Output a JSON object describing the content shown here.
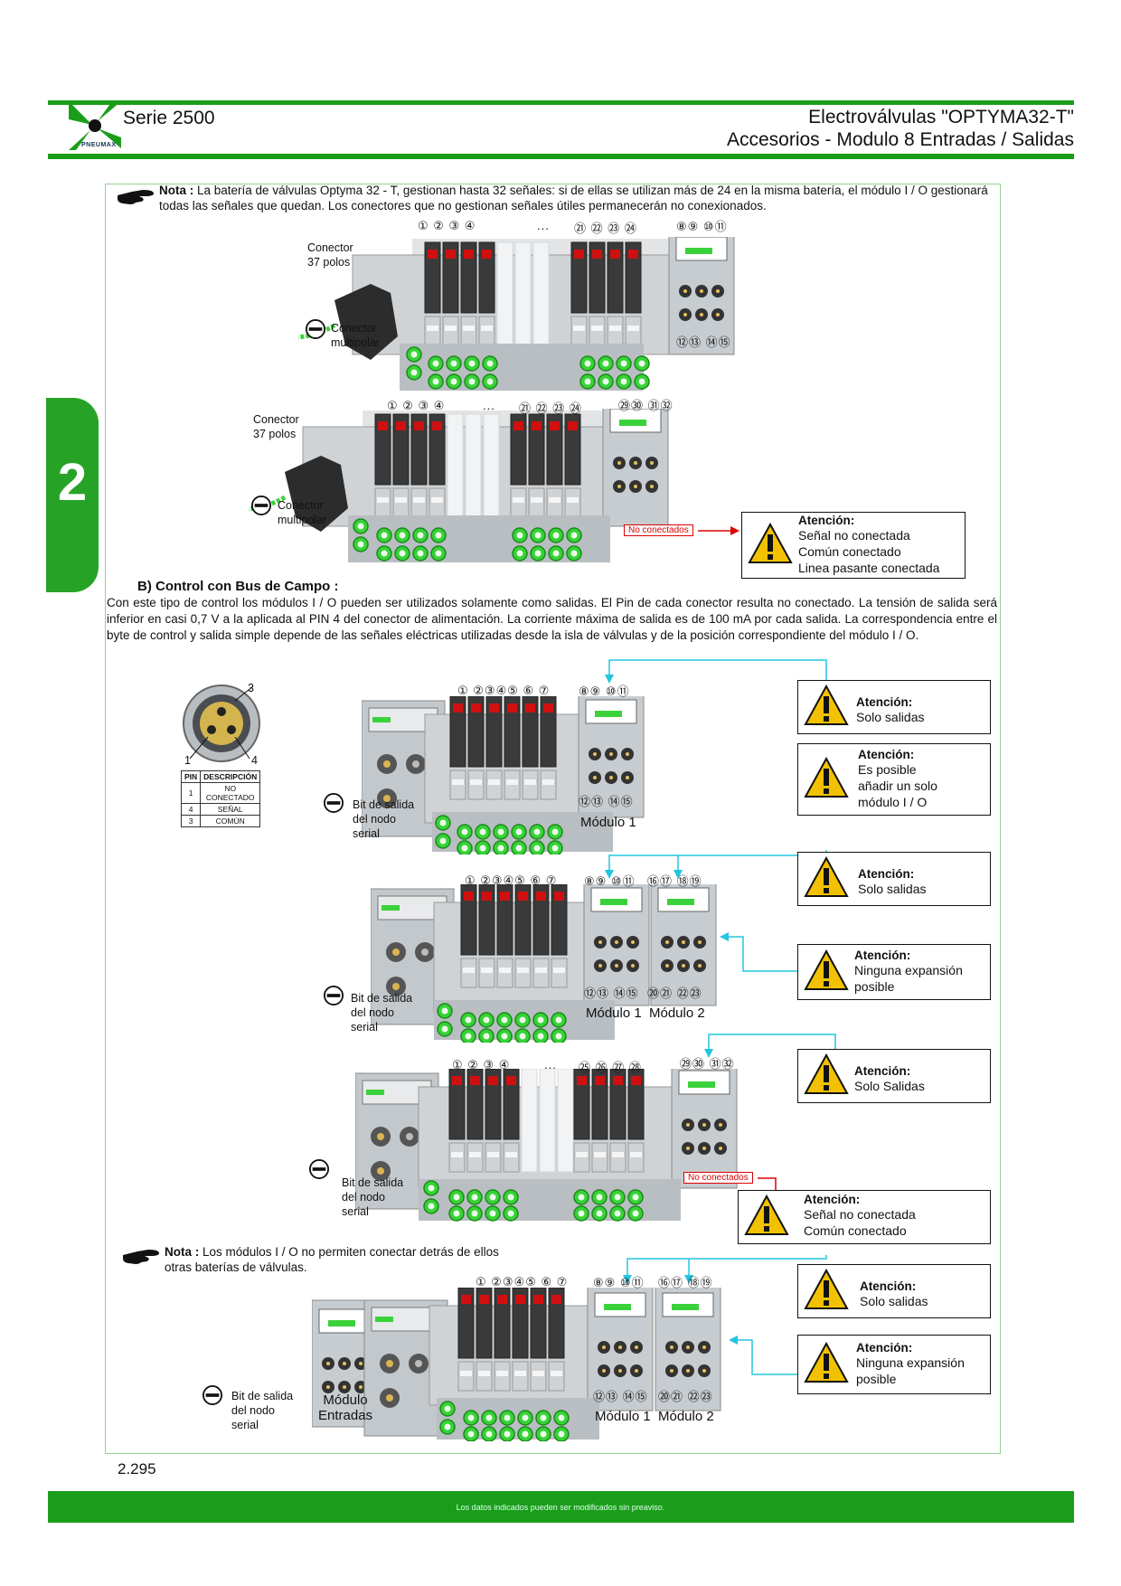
{
  "header": {
    "series": "Serie 2500",
    "title_line1": "Electroválvulas \"OPTYMA32-T\"",
    "title_line2": "Accesorios - Modulo 8 Entradas / Salidas",
    "logo_text": "PNEUMAX"
  },
  "side_tab": {
    "number": "2"
  },
  "note1": {
    "lead": "Nota :",
    "text": " La batería de válvulas Optyma 32 - T, gestionan hasta 32 señales: si de ellas se utilizan más de 24 en la misma batería, el módulo I / O gestionará todas las señales que quedan. Los conectores que no gestionan señales útiles permanecerán no conexionados."
  },
  "diagram1": {
    "connector_l1": "Conector",
    "connector_l2": "37 polos",
    "multipolar_l1": "Conector",
    "multipolar_l2": "multipolar",
    "top_nums": "① ② ③ ④",
    "dots": "...",
    "top_nums2": "㉑ ㉒ ㉓ ㉔",
    "mod_top": "⑧⑨ ⑩⑪",
    "mod_bot": "⑫⑬ ⑭⑮"
  },
  "diagram2": {
    "connector_l1": "Conector",
    "connector_l2": "37 polos",
    "multipolar_l1": "Conector",
    "multipolar_l2": "multipolar",
    "top_nums": "① ② ③ ④",
    "dots": "...",
    "top_nums2": "㉑ ㉒ ㉓ ㉔",
    "mod_top": "㉙㉚ ㉛㉜",
    "no_conectados": "No conectados"
  },
  "warn1": {
    "title": "Atención:",
    "l1": "Señal no conectada",
    "l2": "Común conectado",
    "l3": "Linea pasante conectada"
  },
  "section_b": {
    "title": "B)  Control con Bus de Campo :",
    "text": "Con este tipo de control los módulos I / O pueden ser utilizados solamente como salidas. El Pin de cada conector resulta no conectado. La tensión de salida será inferior en casi 0,7 V a la aplicada al PIN 4 del conector de alimentación. La corriente máxima de salida es de 100 mA por cada salida. La correspondencia entre el byte de control y salida simple depende de las señales eléctricas utilizadas desde la isla de válvulas y de la posición correspondiente del módulo I / O."
  },
  "pin": {
    "n3": "3",
    "n1": "1",
    "n4": "4",
    "head_pin": "PIN",
    "head_desc": "DESCRIPCIÓN",
    "rows": [
      {
        "pin": "1",
        "desc": "NO CONECTADO"
      },
      {
        "pin": "4",
        "desc": "SEÑAL"
      },
      {
        "pin": "3",
        "desc": "COMÚN"
      }
    ]
  },
  "diagram3": {
    "top_nums": "① ②③④⑤ ⑥ ⑦",
    "mod_top": "⑧⑨ ⑩⑪",
    "mod_bot": "⑫⑬ ⑭⑮",
    "bit_l1": "Bit de salida",
    "bit_l2": "del nodo",
    "bit_l3": "serial",
    "module": "Módulo 1"
  },
  "warn2": {
    "title": "Atención:",
    "l1": "Solo salidas"
  },
  "warn3": {
    "title": "Atención:",
    "l1": "Es posible",
    "l2": "añadir un solo",
    "l3": "módulo I / O"
  },
  "diagram4": {
    "top_nums": "① ②③④⑤ ⑥ ⑦",
    "mod_top": "⑧⑨ ⑩⑪",
    "mod_top2": "⑯⑰ ⑱⑲",
    "mod_bot": "⑫⑬ ⑭⑮",
    "mod_bot2": "⑳㉑ ㉒㉓",
    "bit_l1": "Bit de salida",
    "bit_l2": "del nodo",
    "bit_l3": "serial",
    "module1": "Módulo 1",
    "module2": "Módulo 2"
  },
  "warn4": {
    "title": "Atención:",
    "l1": "Solo salidas"
  },
  "warn5": {
    "title": "Atención:",
    "l1": "Ninguna expansión",
    "l2": "posible"
  },
  "diagram5": {
    "top_nums": "① ② ③ ④",
    "dots": "...",
    "top_nums2": "㉕ ㉖ ㉗ ㉘",
    "mod_top": "㉙㉚ ㉛㉜",
    "bit_l1": "Bit de salida",
    "bit_l2": "del nodo",
    "bit_l3": "serial",
    "no_conectados": "No conectados"
  },
  "warn6": {
    "title": "Atención:",
    "l1": "Solo Salidas"
  },
  "warn7": {
    "title": "Atención:",
    "l1": "Señal no conectada",
    "l2": "Común conectado"
  },
  "note2": {
    "lead": "Nota :",
    "text": " Los módulos I / O no permiten conectar detrás de ellos otras baterías de válvulas."
  },
  "diagram6": {
    "top_nums": "① ②③④⑤ ⑥ ⑦",
    "mod_top": "⑧⑨ ⑩⑪",
    "mod_top2": "⑯⑰ ⑱⑲",
    "mod_bot": "⑫⑬ ⑭⑮",
    "mod_bot2": "⑳㉑ ㉒㉓",
    "bit_l1": "Bit de salida",
    "bit_l2": "del nodo",
    "bit_l3": "serial",
    "module_in_l1": "Módulo",
    "module_in_l2": "Entradas",
    "module1": "Módulo 1",
    "module2": "Módulo 2"
  },
  "warn8": {
    "title": "Atención:",
    "l1": "Solo salidas"
  },
  "warn9": {
    "title": "Atención:",
    "l1": "Ninguna expansión",
    "l2": "posible"
  },
  "footer": {
    "page": "2.295",
    "disclaimer": "Los datos indicados pueden ser modificados sin preaviso."
  },
  "colors": {
    "green": "#1a9e1a",
    "frame": "#8fd48f",
    "warn_yellow": "#f2c200",
    "arrow_cyan": "#22c5e0",
    "red": "#dd0000"
  }
}
